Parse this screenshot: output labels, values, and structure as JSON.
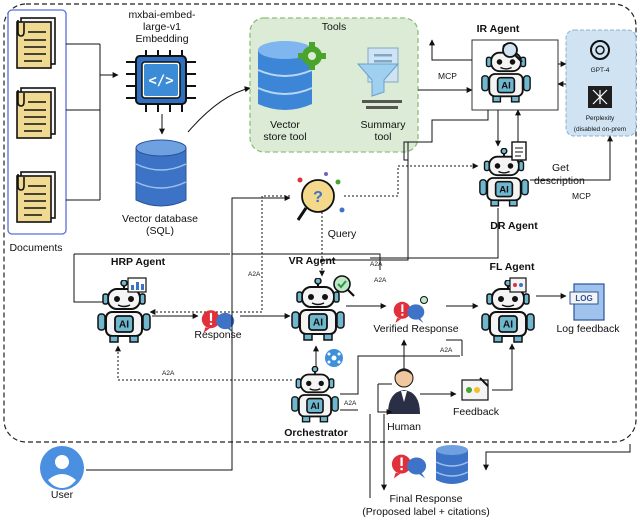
{
  "sources": {
    "documents": "Documents",
    "user": "User"
  },
  "embedding": {
    "line1": "mxbai-embed-",
    "line2": "large-v1",
    "line3": "Embedding"
  },
  "database": {
    "line1": "Vector database",
    "line2": "(SQL)"
  },
  "tools": {
    "title": "Tools",
    "vector_line1": "Vector",
    "vector_line2": "store tool",
    "summary_line1": "Summary",
    "summary_line2": "tool"
  },
  "llms": {
    "gpt": "GPT-4",
    "perplexity": "Perplexity",
    "note": "(disabled on-prem"
  },
  "agents": {
    "ir": "IR Agent",
    "dr": "DR Agent",
    "hrp": "HRP Agent",
    "vr": "VR Agent",
    "fl": "FL Agent",
    "orchestrator": "Orchestrator",
    "robot_badge": "AI"
  },
  "nodes": {
    "query": "Query",
    "response": "Response",
    "verified_response": "Verified Response",
    "feedback": "Feedback",
    "log_feedback": "Log feedback",
    "log_badge": "LOG",
    "human": "Human",
    "final_line1": "Final Response",
    "final_line2": "(Proposed label + citations)",
    "get_desc_line1": "Get",
    "get_desc_line2": "description"
  },
  "edge_labels": {
    "mcp_ir": "MCP",
    "mcp_dr": "MCP",
    "a2a_hrp": "A2A",
    "a2a_vr": "A2A",
    "a2a_human": "A2A",
    "a2a_orch_left": "A2A",
    "a2a_orch": "A2A"
  },
  "colors": {
    "tools_bg": "#dcebd6",
    "tools_border": "#8fbf7a",
    "llm_bg": "#cfe3f3",
    "docs_border": "#5a6fd6",
    "db_blue": "#3d73c6",
    "response_red": "#e0303a",
    "response_blue": "#3e73c8",
    "robot_teal": "#6fb6cf"
  }
}
